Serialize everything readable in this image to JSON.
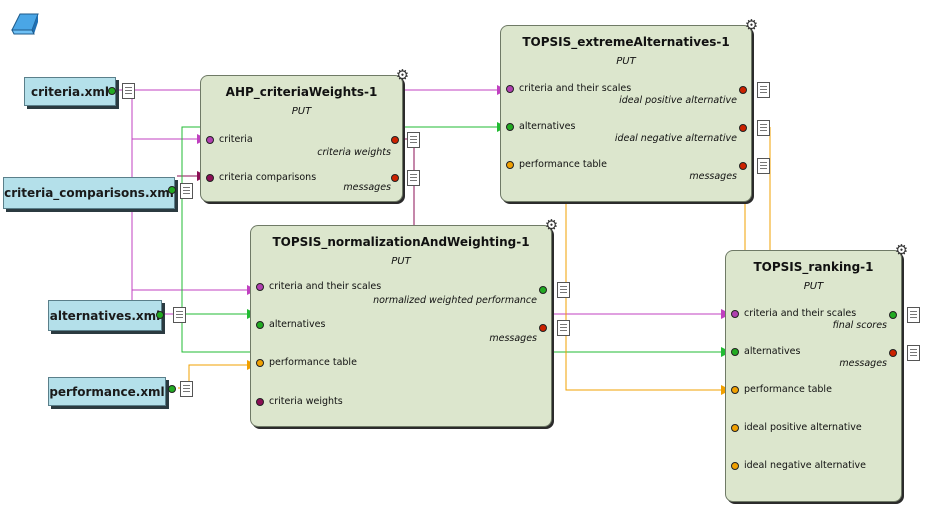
{
  "colors": {
    "criteria": "#c040c0",
    "comparisons": "#8b0f55",
    "alternatives": "#22bb33",
    "performance": "#f0a000",
    "module_fill": "#dce6cd",
    "input_fill": "#b4e0ea",
    "output_dot": "#cc2200",
    "input_dot_criteria": "#b040b0"
  },
  "inputs": {
    "criteria": "criteria.xml",
    "criteria_comparisons": "criteria_comparisons.xml",
    "alternatives": "alternatives.xml",
    "performance": "performance.xml"
  },
  "modules": {
    "ahp": {
      "title": "AHP_criteriaWeights-1",
      "sub": "PUT",
      "in": [
        "criteria",
        "criteria comparisons"
      ],
      "out": [
        "criteria weights",
        "messages"
      ]
    },
    "extreme": {
      "title": "TOPSIS_extremeAlternatives-1",
      "sub": "PUT",
      "in": [
        "criteria and their scales",
        "alternatives",
        "performance table"
      ],
      "out": [
        "ideal positive alternative",
        "ideal negative alternative",
        "messages"
      ]
    },
    "norm": {
      "title": "TOPSIS_normalizationAndWeighting-1",
      "sub": "PUT",
      "in": [
        "criteria and their scales",
        "alternatives",
        "performance table",
        "criteria weights"
      ],
      "out": [
        "normalized weighted performance",
        "messages"
      ]
    },
    "ranking": {
      "title": "TOPSIS_ranking-1",
      "sub": "PUT",
      "in": [
        "criteria and their scales",
        "alternatives",
        "performance table",
        "ideal positive alternative",
        "ideal negative alternative"
      ],
      "out": [
        "final scores",
        "messages"
      ]
    }
  },
  "icons": {
    "gear": "gear-icon",
    "doc": "document-icon",
    "logo": "workflow-logo-icon"
  }
}
